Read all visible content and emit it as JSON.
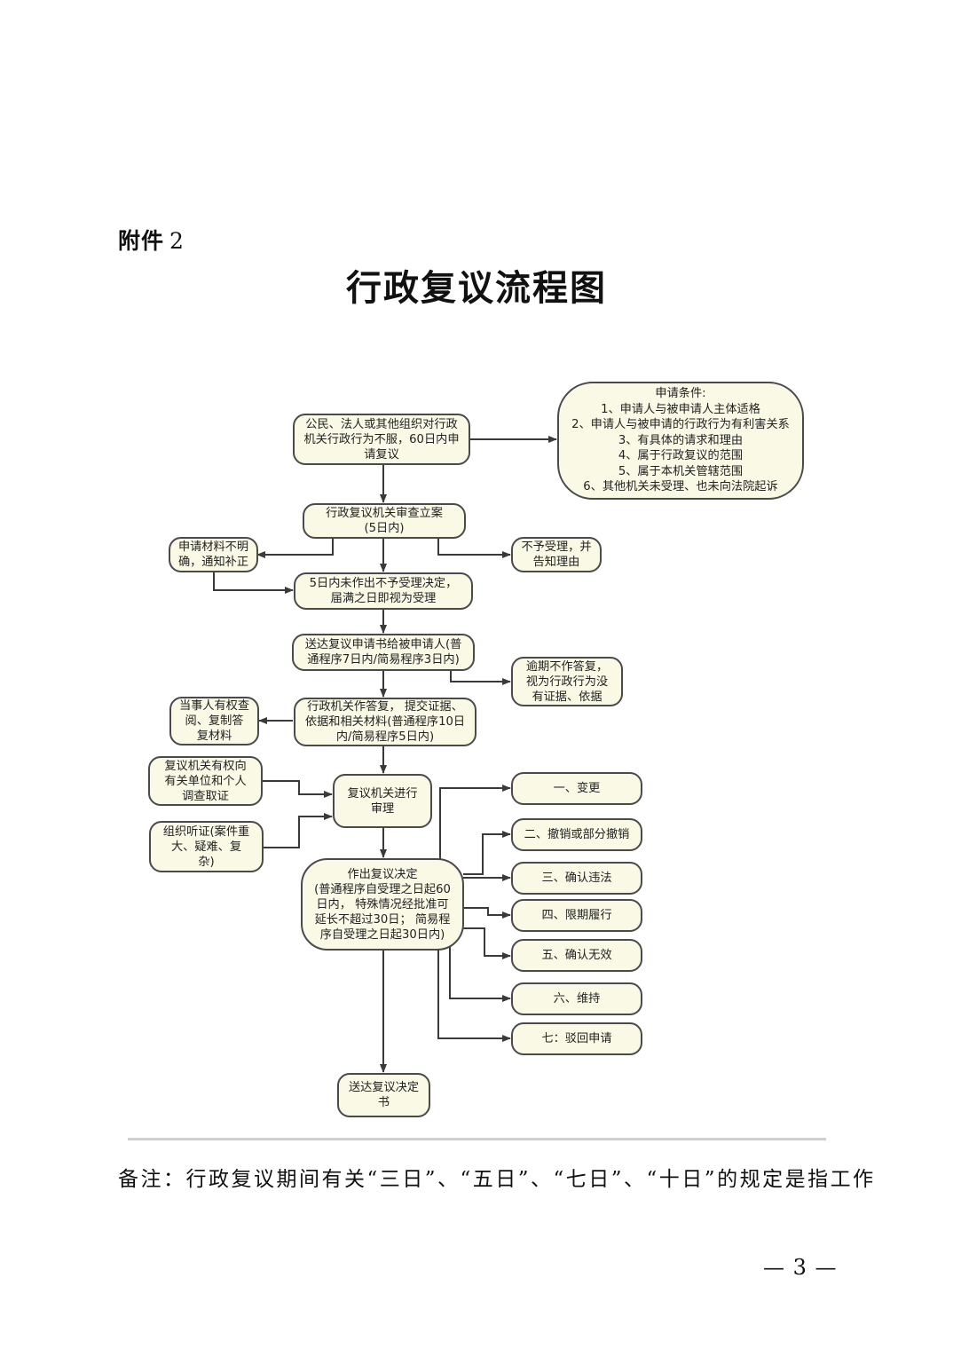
{
  "header": {
    "attachment_label": "附件",
    "attachment_number": "2",
    "title": "行政复议流程图"
  },
  "flowchart": {
    "apply": [
      "公民、法人或其他组织对行政",
      "机关行政行为不服，60日内申",
      "请复议"
    ],
    "conditions": {
      "title": "申请条件:",
      "items": [
        "1、申请人与被申请人主体适格",
        "2、申请人与被申请的行政行为有利害关系",
        "3、有具体的请求和理由",
        "4、属于行政复议的范围",
        "5、属于本机关管辖范围",
        "6、其他机关未受理、也未向法院起诉"
      ]
    },
    "review_register": [
      "行政复议机关审查立案",
      "(5日内)"
    ],
    "materials_unclear": [
      "申请材料不明",
      "确，通知补正"
    ],
    "not_accepted": [
      "不予受理，并",
      "告知理由"
    ],
    "deemed_accepted": [
      "5日内未作出不予受理决定，",
      "届满之日即视为受理"
    ],
    "deliver_application": [
      "送达复议申请书给被申请人(普",
      "通程序7日内/简易程序3日内)"
    ],
    "overdue_reply": [
      "逾期不作答复，",
      "视为行政行为没",
      "有证据、依据"
    ],
    "agency_reply": [
      "行政机关作答复， 提交证据、",
      "依据和相关材料(普通程序10日",
      "内/简易程序5日内)"
    ],
    "party_rights": [
      "当事人有权查",
      "阅、复制答",
      "复材料"
    ],
    "investigation": [
      "复议机关有权向",
      "有关单位和个人",
      "调查取证"
    ],
    "hearing": [
      "组织听证(案件重",
      "大、疑难、复",
      "杂)"
    ],
    "trial": [
      "复议机关进行",
      "审理"
    ],
    "decision": [
      "作出复议决定",
      "(普通程序自受理之日起60",
      "日内， 特殊情况经批准可",
      "延长不超过30日； 简易程",
      "序自受理之日起30日内)"
    ],
    "outcomes": [
      "一、变更",
      "二、撤销或部分撤销",
      "三、确认违法",
      "四、限期履行",
      "五、确认无效",
      "六、维持",
      "七：驳回申请"
    ],
    "deliver_decision": [
      "送达复议决定",
      "书"
    ]
  },
  "footer": {
    "note": "备注：行政复议期间有关“三日”、“五日”、“七日”、“十日”的规定是指工作",
    "page_number": "— 3 —"
  }
}
